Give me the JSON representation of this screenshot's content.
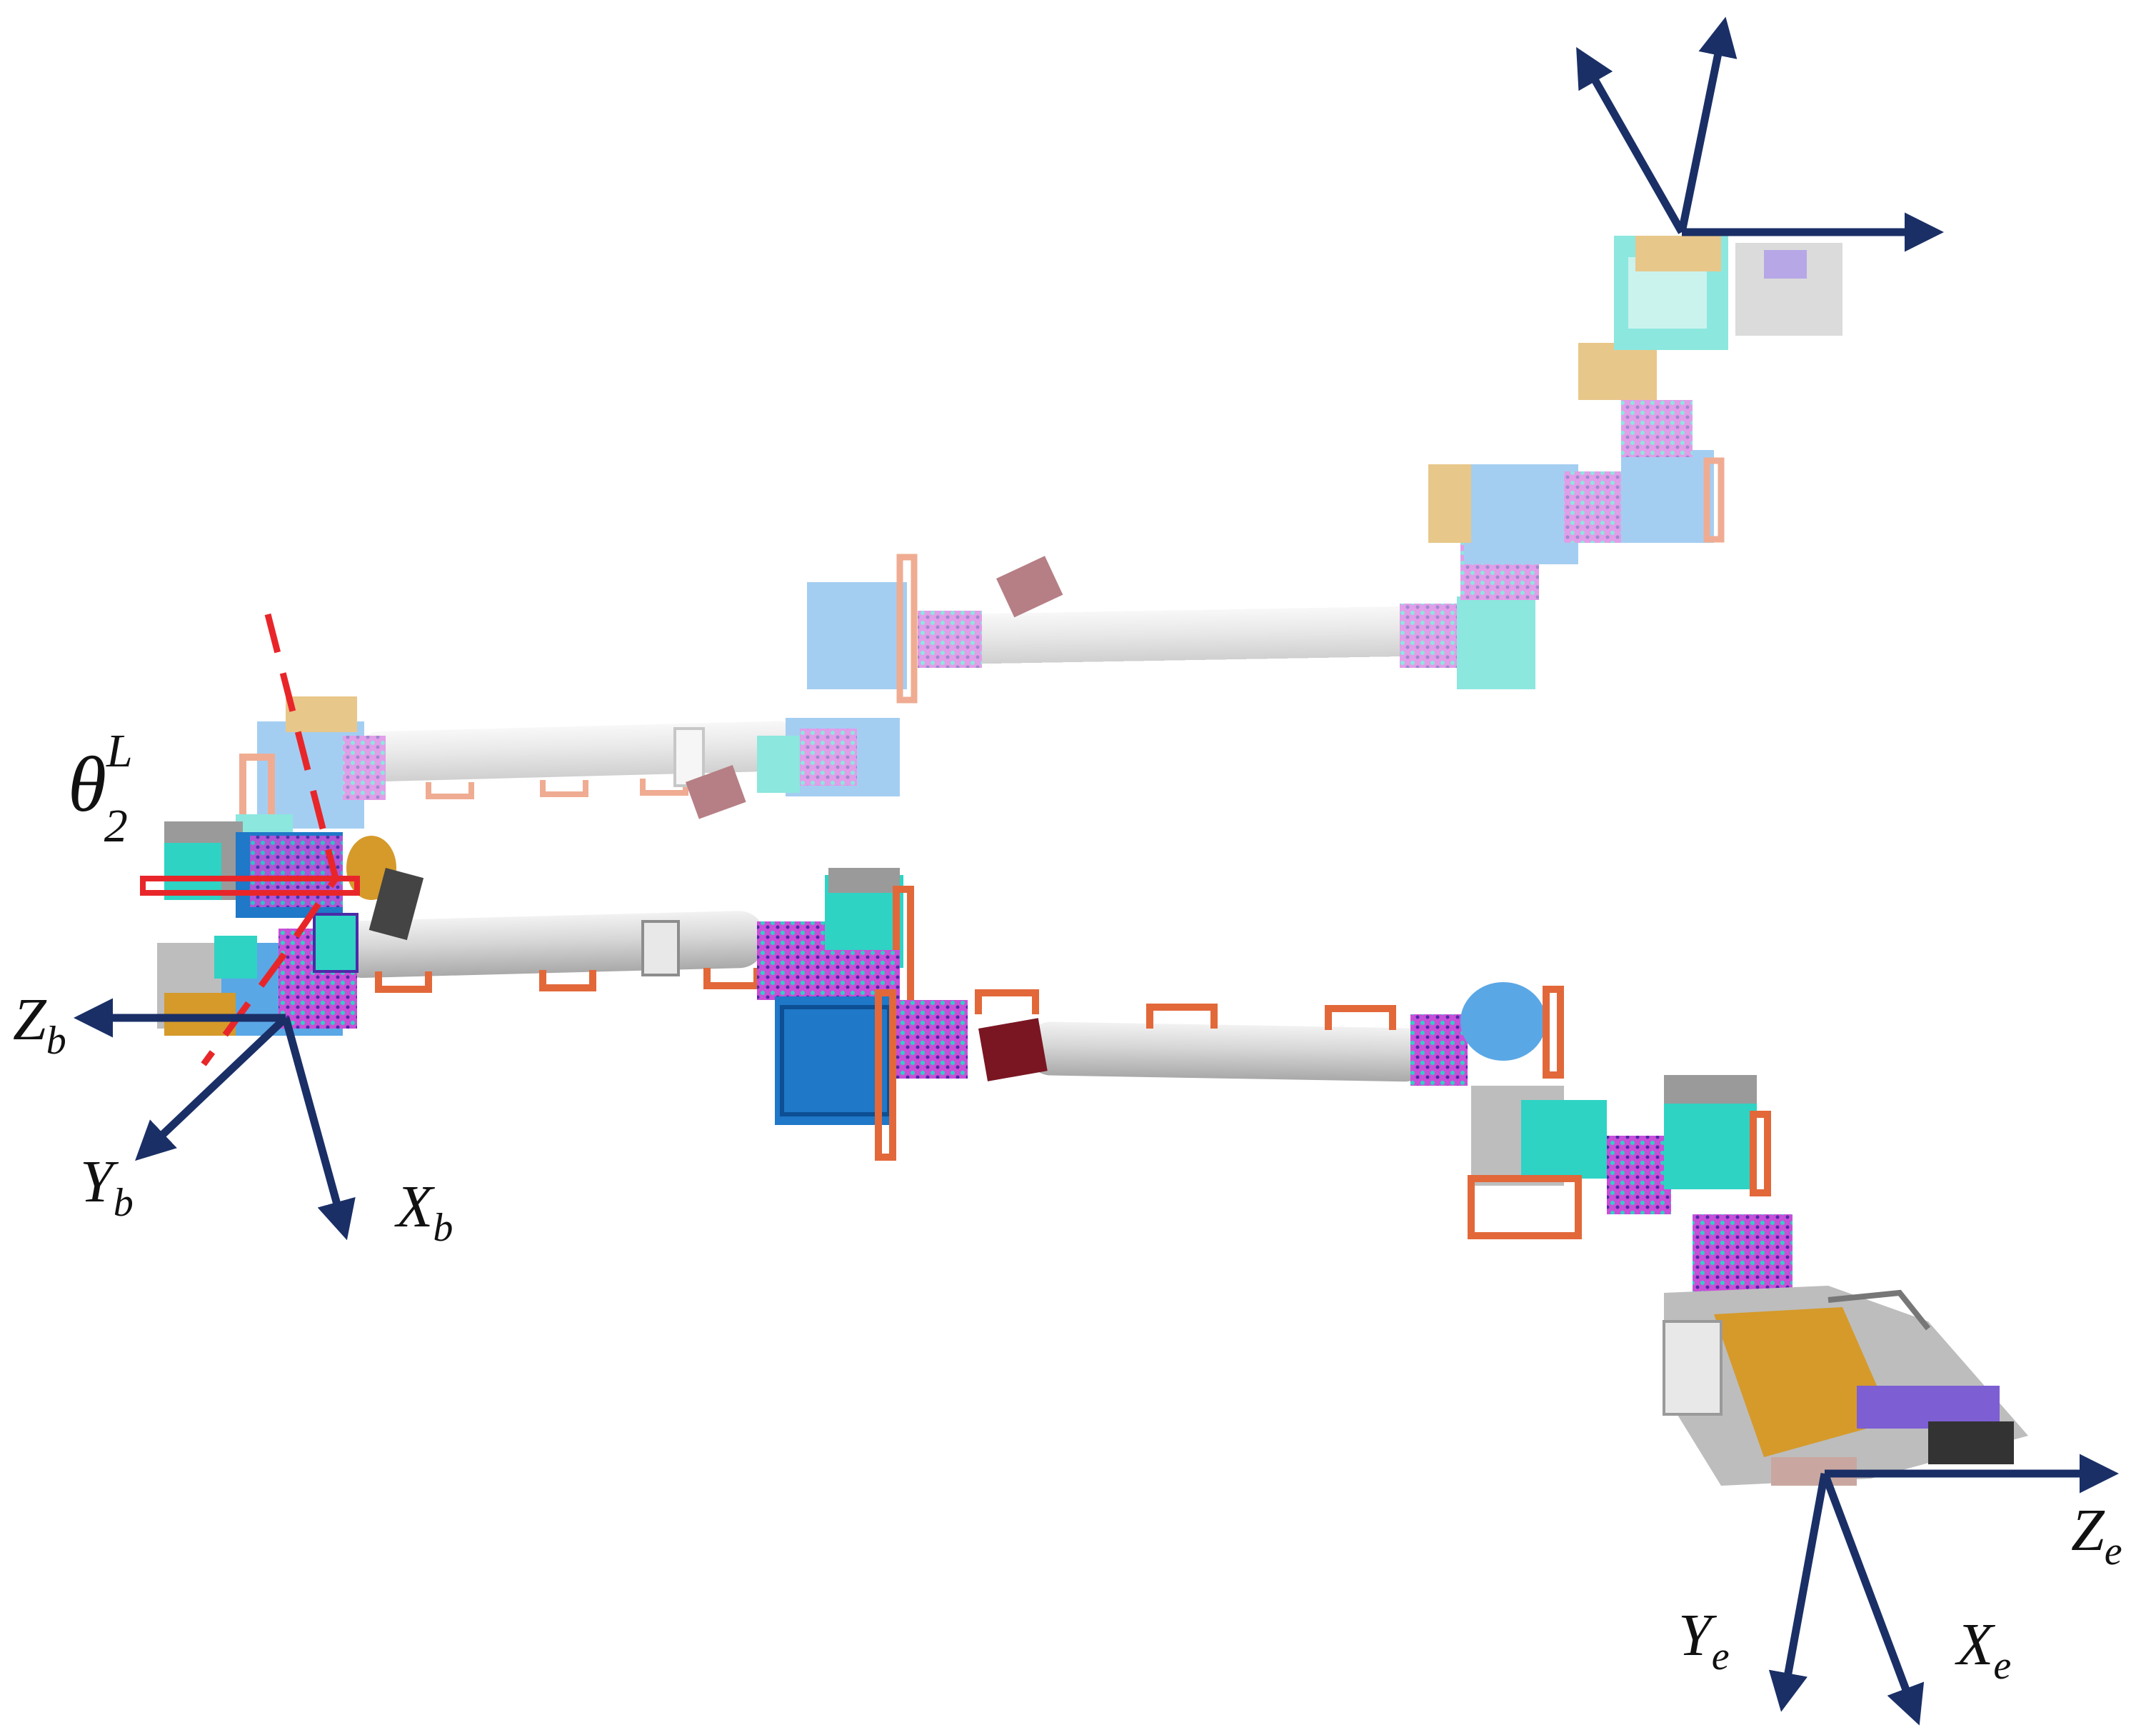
{
  "colors": {
    "axis": "#1a2f66",
    "tube": "#d9d9d9",
    "tube_shade": "#b5b5b5",
    "joint_blue": "#5aa7e6",
    "joint_dark_blue": "#1f78c8",
    "joint_cyan": "#2ed3c4",
    "joint_magenta": "#c84fd8",
    "gold": "#d59a2a",
    "gray_part": "#9a9a9a",
    "handle_orange": "#e2683a",
    "dark_red": "#7a1622",
    "dashed_red": "#e8262a"
  },
  "labels": {
    "theta": {
      "base": "θ",
      "sup": "L",
      "sub": "2"
    },
    "base_frame": {
      "z": {
        "base": "Z",
        "sub": "b"
      },
      "y": {
        "base": "Y",
        "sub": "b"
      },
      "x": {
        "base": "X",
        "sub": "b"
      }
    },
    "end_frame": {
      "z": {
        "base": "Z",
        "sub": "e"
      },
      "y": {
        "base": "Y",
        "sub": "e"
      },
      "x": {
        "base": "X",
        "sub": "e"
      }
    }
  }
}
